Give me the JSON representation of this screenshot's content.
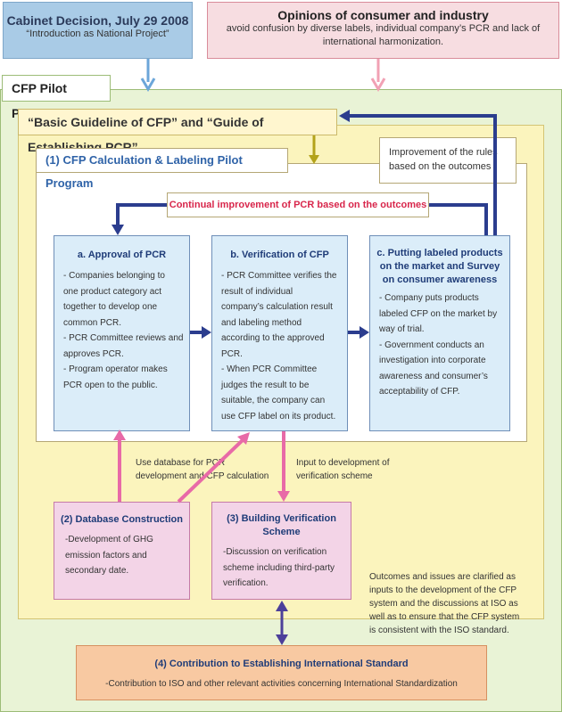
{
  "cabinet": {
    "title": "Cabinet Decision, July 29 2008",
    "subtitle": "“Introduction as National Project”"
  },
  "opinions": {
    "title": "Opinions of consumer and industry",
    "line1": "avoid confusion by diverse labels, individual company’s PCR and lack of",
    "line2": "international harmonization."
  },
  "pilot": {
    "label": "CFP Pilot Project"
  },
  "guideline": {
    "label": "“Basic Guideline of CFP” and “Guide of Establishing PCR”"
  },
  "program": {
    "label": "(1) CFP Calculation & Labeling Pilot Program"
  },
  "rules": {
    "line1": "Improvement of  the rules",
    "line2": "based on the outcomes"
  },
  "continual": {
    "label": "Continual improvement of PCR based on the outcomes"
  },
  "steps": [
    {
      "title": "a. Approval of PCR",
      "lines": [
        "- Companies belonging to",
        "one product category act",
        "together to develop one",
        "common PCR.",
        "- PCR Committee reviews and",
        "approves PCR.",
        "- Program operator makes",
        "PCR open to the public."
      ]
    },
    {
      "title": "b. Verification of CFP",
      "lines": [
        "- PCR Committee verifies the",
        "result of individual",
        "company’s calculation result",
        "and labeling method",
        "according to the approved",
        "PCR.",
        "- When PCR Committee",
        "judges the result to be",
        "suitable, the company can",
        "use CFP label on its product."
      ]
    },
    {
      "title_lines": [
        "c. Putting labeled products",
        "on the market and Survey",
        "on consumer awareness"
      ],
      "lines": [
        "- Company puts products",
        "labeled CFP on the market by",
        "way of trial.",
        "- Government conducts an",
        "investigation into corporate",
        "awareness and consumer’s",
        "acceptability of CFP."
      ]
    }
  ],
  "notes": {
    "database_use": [
      "Use database for PCR",
      "development and CFP calculation"
    ],
    "input_dev": [
      "Input to development of",
      "verification scheme"
    ],
    "outcomes": [
      "Outcomes and issues are clarified as",
      "inputs to the development of the CFP",
      "system and the discussions at ISO as",
      "well as to ensure that the CFP system",
      "is consistent with the ISO standard."
    ]
  },
  "database": {
    "title": "(2) Database Construction",
    "lines": [
      "-Development of GHG",
      "emission factors and",
      "secondary date."
    ]
  },
  "verification_scheme": {
    "title_lines": [
      "(3) Building Verification",
      "Scheme"
    ],
    "lines": [
      "-Discussion on verification",
      "scheme including third-party",
      "verification."
    ]
  },
  "international": {
    "title": "(4) Contribution to Establishing International Standard",
    "line": "-Contribution to ISO and other relevant activities concerning International Standardization"
  },
  "colors": {
    "navy_arrow": "#2b3d8e",
    "pink_arrow": "#e86aa7",
    "blue_arrow": "#6ca6d9",
    "olive_arrow": "#b3a21a"
  }
}
